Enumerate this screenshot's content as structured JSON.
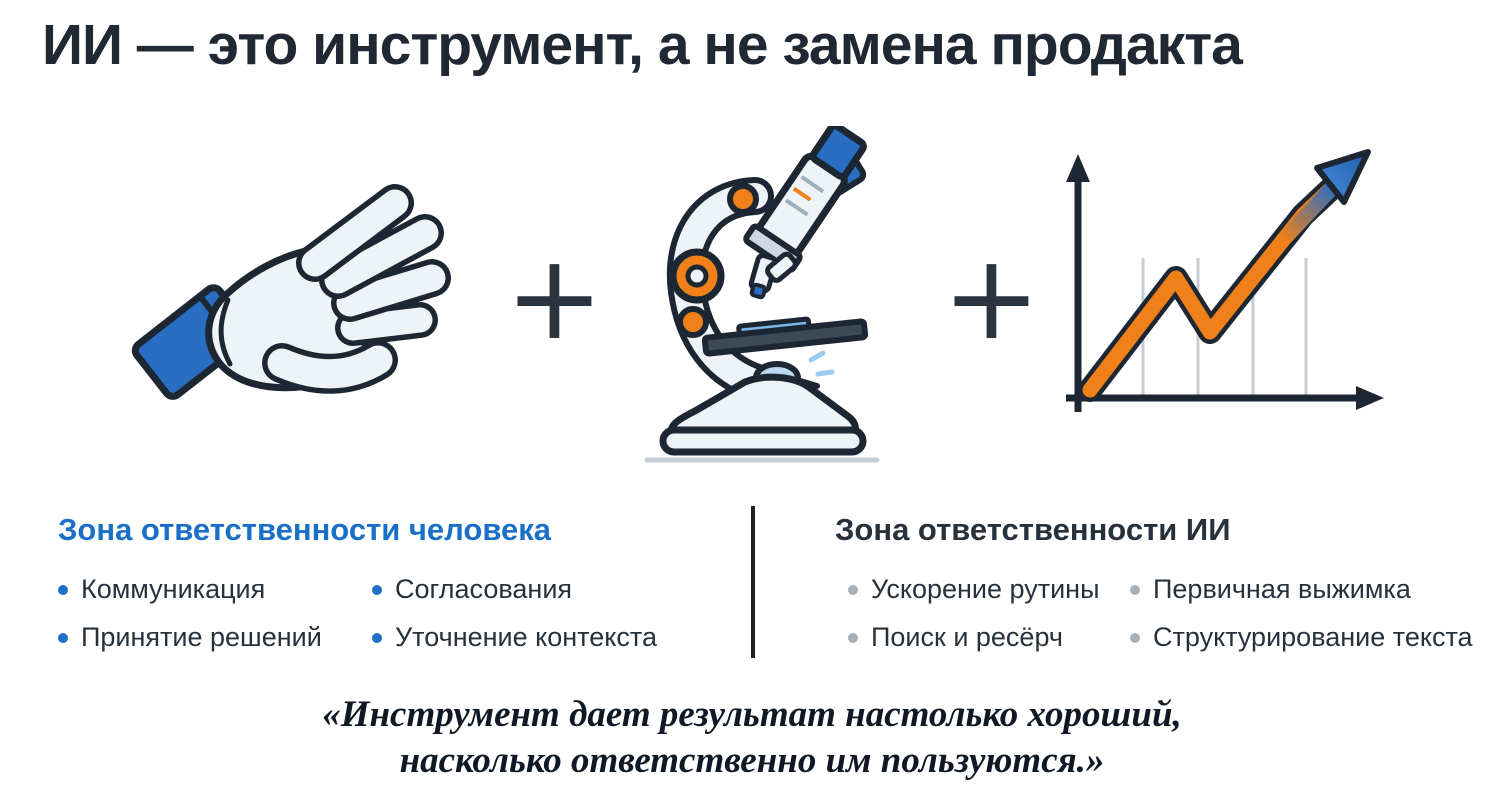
{
  "title": "ИИ — это инструмент, а не замена продакта",
  "icons_row": {
    "plus": "+",
    "items": [
      "hand-icon",
      "microscope-icon",
      "growth-chart-icon"
    ]
  },
  "human_zone": {
    "heading": "Зона ответственности человека",
    "items": [
      "Коммуникация",
      "Принятие решений",
      "Согласования",
      "Уточнение контекста"
    ]
  },
  "ai_zone": {
    "heading": "Зона ответственности ИИ",
    "items": [
      "Ускорение рутины",
      "Поиск и ресёрч",
      "Первичная выжимка",
      "Структурирование текста"
    ]
  },
  "quote": {
    "line1": "«Инструмент дает результат настолько хороший,",
    "line2": "насколько ответственно им пользуются.»"
  },
  "colors": {
    "outline": "#1c2733",
    "blue": "#2a6ec3",
    "heading_blue": "#1a6fc7",
    "orange": "#f08019",
    "light_fill": "#eef3f7",
    "gray_bullet": "#a6b0ba",
    "text": "#27313c"
  }
}
